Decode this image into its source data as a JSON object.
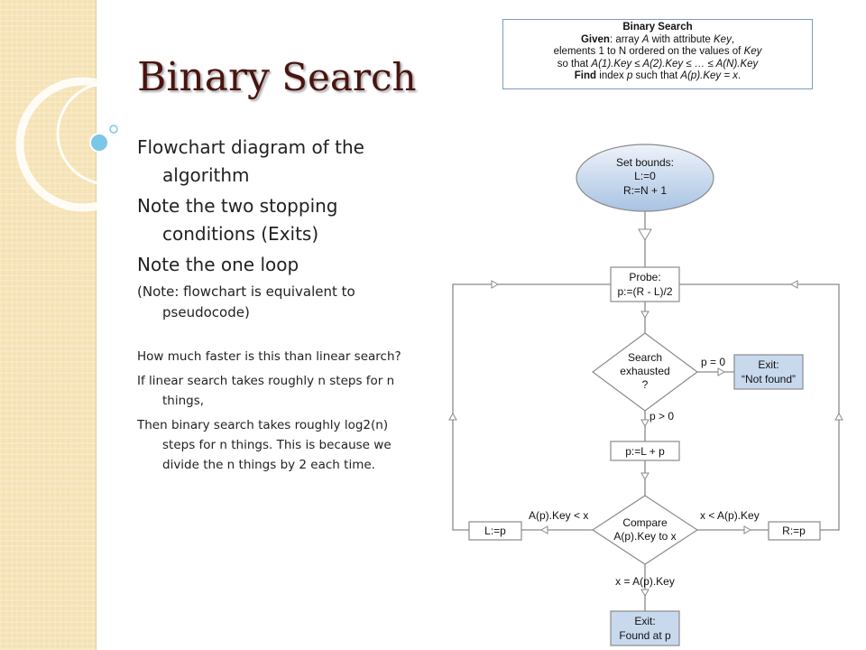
{
  "slide": {
    "title_word1": "Binary",
    "title_word2": "Search",
    "bullets": [
      "Flowchart diagram of the algorithm",
      "Note the two stopping conditions (Exits)",
      "Note the one loop",
      "(Note: flowchart is equivalent to pseudocode)",
      "How much faster is this than linear search?",
      "If linear search takes roughly n steps for n things,",
      "Then binary search takes roughly log2(n) steps for n things. This is because we divide the n things by 2 each time."
    ]
  },
  "definition_box": {
    "title": "Binary Search",
    "line1_label": "Given",
    "line1_a": ": array ",
    "line1_var": "A",
    "line1_b": " with attribute ",
    "line1_key": "Key",
    "line1_end": ",",
    "line2_a": "elements 1 to N ordered on the values of ",
    "line2_key": "Key",
    "line3_a": "so that ",
    "line3_expr": "A(1).Key ≤ A(2).Key ≤ … ≤ A(N).Key",
    "line4_label": "Find",
    "line4_a": " index ",
    "line4_var": "p",
    "line4_b": " such that ",
    "line4_expr": "A(p).Key = x",
    "line4_end": "."
  },
  "flowchart": {
    "start_lines": [
      "Set bounds:",
      "L:=0",
      "R:=N + 1"
    ],
    "probe_lines": [
      "Probe:",
      "p:=(R - L)/2"
    ],
    "decision1_lines": [
      "Search",
      "exhausted",
      "?"
    ],
    "exit_not_found_lines": [
      "Exit:",
      "“Not found”"
    ],
    "label_p0": "p = 0",
    "label_pgt0": "p > 0",
    "update_p": "p:=L + p",
    "decision2_lines": [
      "Compare",
      "A(p).Key to x"
    ],
    "label_less": "A(p).Key < x",
    "label_greater": "x < A(p).Key",
    "label_equal": "x = A(p).Key",
    "set_l": "L:=p",
    "set_r": "R:=p",
    "exit_found_lines": [
      "Exit:",
      "Found at p"
    ],
    "colors": {
      "stroke": "#8a8a8a",
      "box_fill": "#ffffff",
      "oval_fill_top": "#eef3fa",
      "oval_fill_bottom": "#a9c3e2",
      "exit_fill": "#c8d9ee"
    }
  }
}
